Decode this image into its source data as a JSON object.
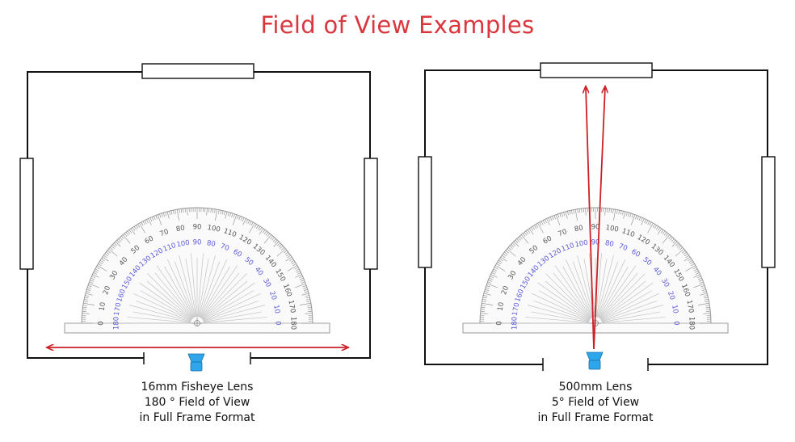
{
  "title": "Field of View Examples",
  "colors": {
    "title": "#d9363e",
    "arrow": "#cc1f26",
    "camera": "#2fa6ea",
    "outer_scale": "#555555",
    "inner_scale": "#5a5ad8",
    "walls": "#111111"
  },
  "protractor": {
    "outer_labels": [
      "0",
      "10",
      "20",
      "30",
      "40",
      "50",
      "60",
      "70",
      "80",
      "90",
      "100",
      "110",
      "120",
      "130",
      "140",
      "150",
      "160",
      "170",
      "180"
    ],
    "inner_labels": [
      "180",
      "170",
      "160",
      "150",
      "140",
      "130",
      "120",
      "110",
      "100",
      "90",
      "80",
      "70",
      "60",
      "50",
      "40",
      "30",
      "20",
      "10",
      "0"
    ]
  },
  "panels": [
    {
      "id": "fisheye",
      "lens": "16mm Fisheye Lens",
      "fov_line": "180 ° Field of View",
      "format": "in Full Frame Format",
      "field_of_view_degrees": 180,
      "camera_icon": "camera-icon"
    },
    {
      "id": "telephoto",
      "lens": "500mm Lens",
      "fov_line": "5° Field of View",
      "format": "in Full Frame Format",
      "field_of_view_degrees": 5,
      "camera_icon": "camera-icon"
    }
  ]
}
